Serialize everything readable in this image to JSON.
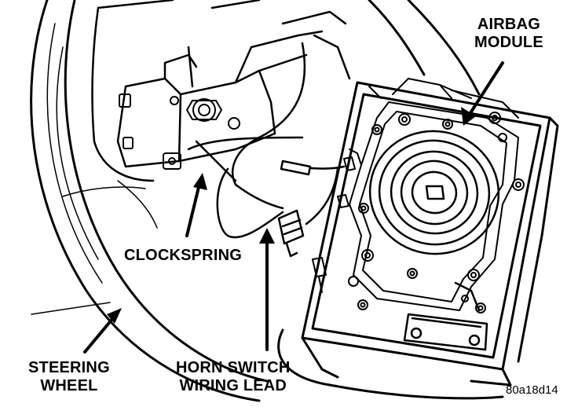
{
  "callouts": {
    "airbag_module": [
      "AIRBAG",
      "MODULE"
    ],
    "clockspring": "CLOCKSPRING",
    "steering_wheel": [
      "STEERING",
      "WHEEL"
    ],
    "horn_switch": [
      "HORN SWITCH",
      "WIRING LEAD"
    ]
  },
  "figure_code": "80a18d14",
  "components": {
    "airbag": "airbag-module",
    "spring": "clockspring",
    "wheel": "steering-wheel",
    "lead": "horn-switch-wiring-lead"
  },
  "colors": {
    "ink": "#000000",
    "paper": "#ffffff"
  }
}
